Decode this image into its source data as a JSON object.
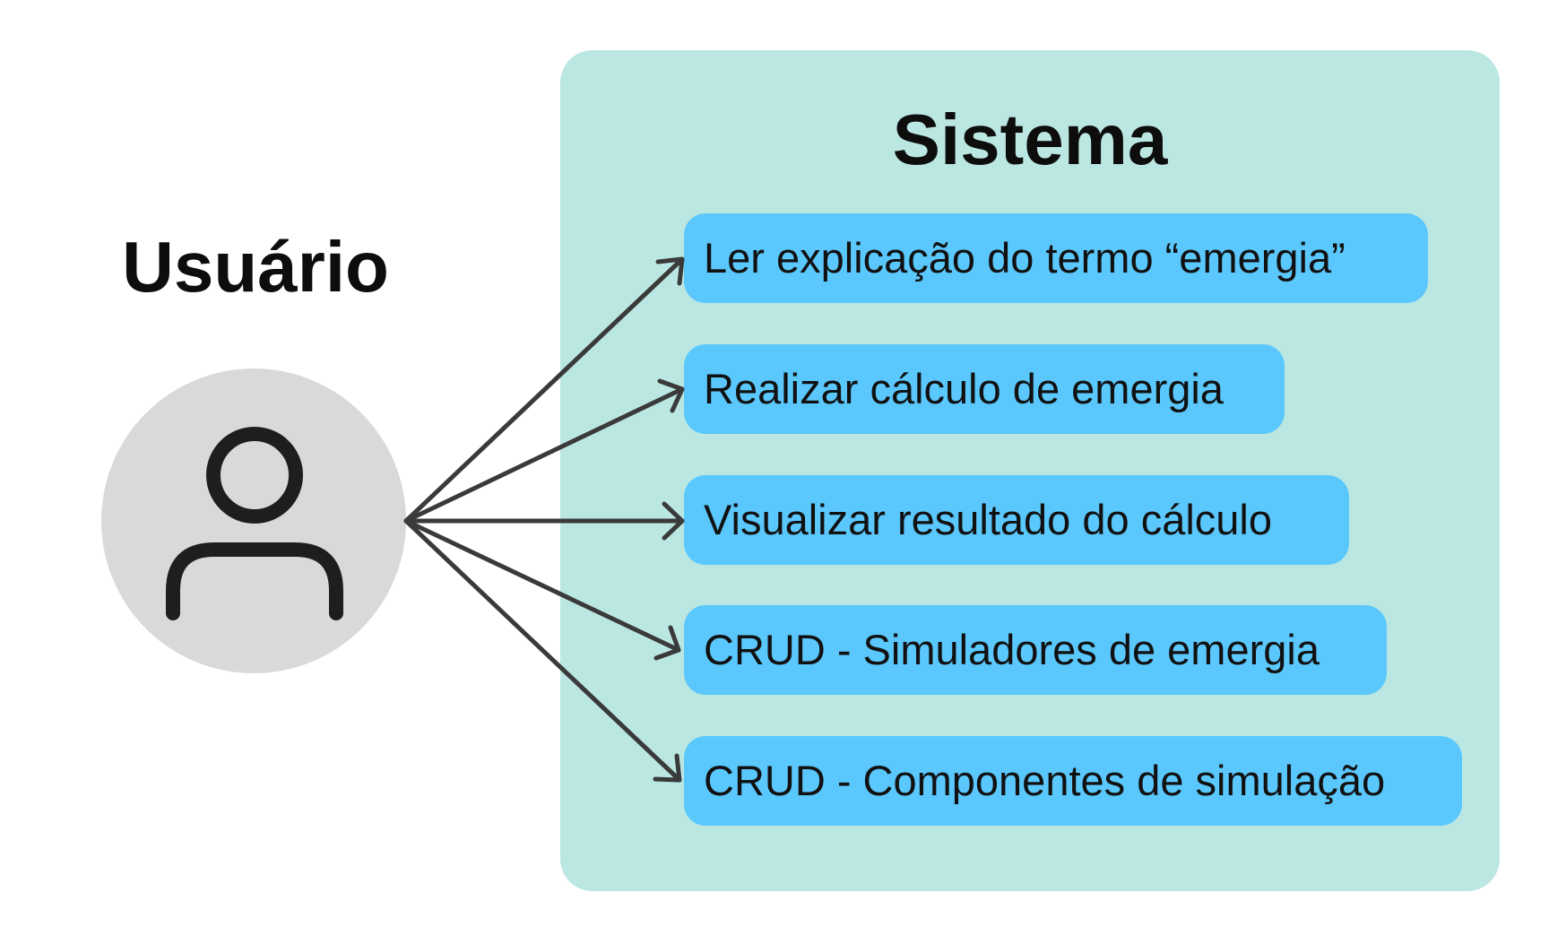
{
  "actor": {
    "title": "Usuário",
    "icon": "user-icon"
  },
  "system": {
    "title": "Sistema"
  },
  "use_cases": [
    {
      "label": "Ler explicação do termo “emergia”"
    },
    {
      "label": "Realizar cálculo de emergia"
    },
    {
      "label": "Visualizar resultado do cálculo"
    },
    {
      "label": "CRUD - Simuladores de emergia"
    },
    {
      "label": "CRUD - Componentes de simulação"
    }
  ],
  "colors": {
    "system_bg": "#bbe7e2",
    "use_case_bg": "#5bc8fd",
    "avatar_bg": "#d9d9d9",
    "arrow": "#3a3a3a"
  }
}
